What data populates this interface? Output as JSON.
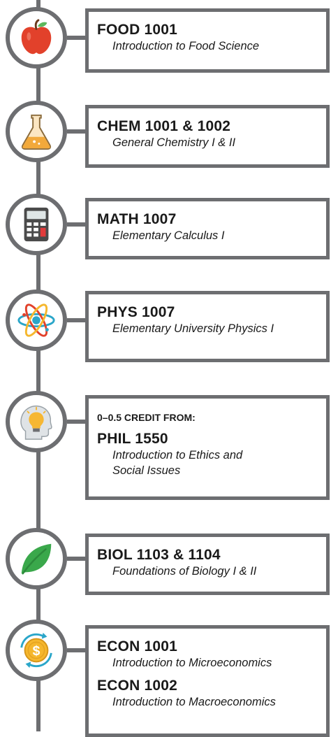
{
  "courses": [
    {
      "code": "FOOD 1001",
      "title": "Introduction to Food Science",
      "icon": "apple-icon"
    },
    {
      "code": "CHEM 1001 & 1002",
      "title": "General Chemistry I & II",
      "icon": "flask-icon"
    },
    {
      "code": "MATH 1007",
      "title": "Elementary Calculus I",
      "icon": "calculator-icon"
    },
    {
      "code": "PHYS 1007",
      "title": "Elementary University Physics I",
      "icon": "atom-icon"
    },
    {
      "note": "0–0.5 CREDIT FROM:",
      "code": "PHIL 1550",
      "title_line1": "Introduction to Ethics and",
      "title_line2": "Social Issues",
      "icon": "head-lightbulb-icon"
    },
    {
      "code": "BIOL 1103 & 1104",
      "title": "Foundations of Biology I & II",
      "icon": "leaf-icon"
    },
    {
      "code1": "ECON 1001",
      "title1": "Introduction to Microeconomics",
      "code2": "ECON 1002",
      "title2": "Introduction to Macroeconomics",
      "icon": "coin-dollar-icon"
    }
  ],
  "colors": {
    "frame": "#6d6e71",
    "apple": "#e2412b",
    "flask_liquid": "#f2a93b",
    "calculator_body": "#4a4a4a",
    "atom": "#2aa6c9",
    "bulb": "#f6b733",
    "leaf": "#3aa84b",
    "coin": "#f5b72d"
  }
}
